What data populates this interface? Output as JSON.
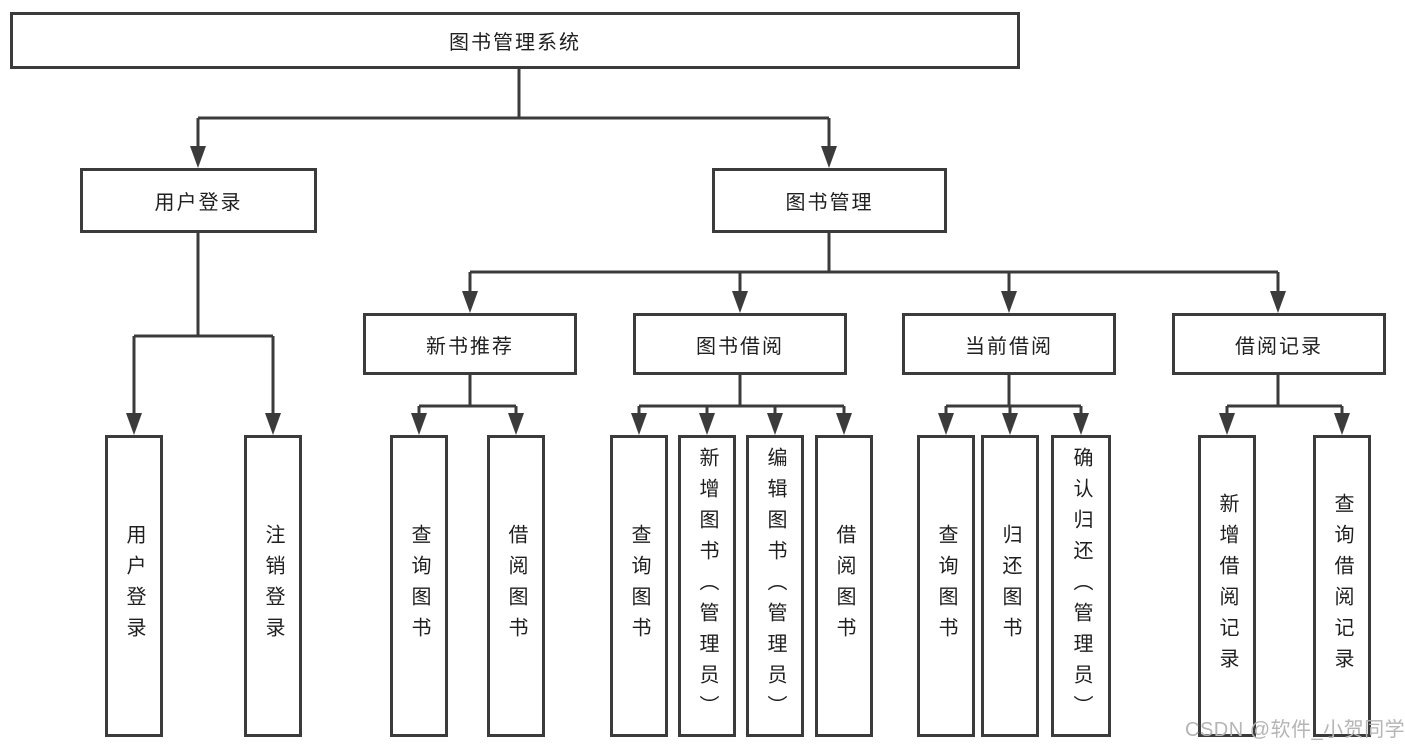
{
  "tree": {
    "root": {
      "label": "图书管理系统"
    },
    "branches": [
      {
        "label": "用户登录",
        "leaves": [
          "用户登录",
          "注销登录"
        ]
      },
      {
        "label": "图书管理",
        "groups": [
          {
            "label": "新书推荐",
            "leaves": [
              "查询图书",
              "借阅图书"
            ]
          },
          {
            "label": "图书借阅",
            "leaves": [
              "查询图书",
              "新增图书（管理员）",
              "编辑图书（管理员）",
              "借阅图书"
            ]
          },
          {
            "label": "当前借阅",
            "leaves": [
              "查询图书",
              "归还图书",
              "确认归还（管理员）"
            ]
          },
          {
            "label": "借阅记录",
            "leaves": [
              "新增借阅记录",
              "查询借阅记录"
            ]
          }
        ]
      }
    ]
  },
  "watermark": "CSDN @软件_小贺同学",
  "colors": {
    "line": "#3b3b3b",
    "text": "#1f1f1f",
    "watermark": "#b5b5b5",
    "background": "#ffffff"
  }
}
